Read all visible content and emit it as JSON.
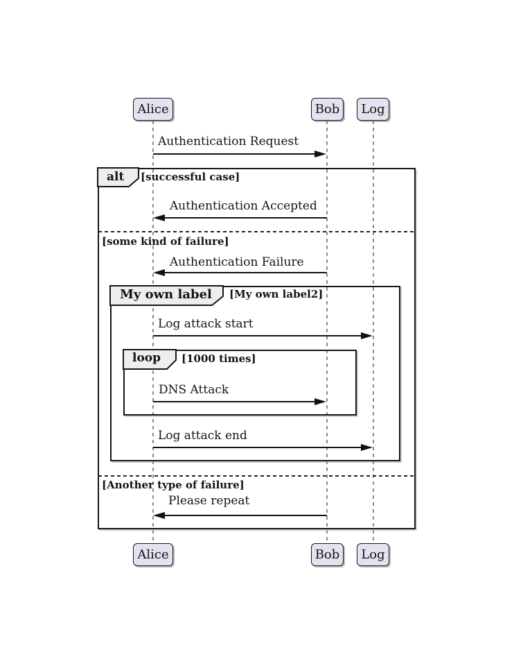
{
  "colors": {
    "background": "#FFFFFF",
    "participant_fill": "#E2E2F0",
    "participant_border": "#181818",
    "frame_border": "#151515",
    "frame_label_fill": "#EEEEEE",
    "lifeline_color": "#8A8A8A",
    "arrow_color": "#121212",
    "text_color": "#131313"
  },
  "participants": [
    {
      "name": "Alice"
    },
    {
      "name": "Bob"
    },
    {
      "name": "Log"
    }
  ],
  "messages": [
    {
      "label": "Authentication Request",
      "from": "Alice",
      "to": "Bob",
      "direction": "right"
    },
    {
      "label": "Authentication Accepted",
      "from": "Bob",
      "to": "Alice",
      "direction": "left"
    },
    {
      "label": "Authentication Failure",
      "from": "Bob",
      "to": "Alice",
      "direction": "left"
    },
    {
      "label": "Log attack start",
      "from": "Alice",
      "to": "Log",
      "direction": "right"
    },
    {
      "label": "DNS Attack",
      "from": "Alice",
      "to": "Bob",
      "direction": "right"
    },
    {
      "label": "Log attack end",
      "from": "Alice",
      "to": "Log",
      "direction": "right"
    },
    {
      "label": "Please repeat",
      "from": "Bob",
      "to": "Alice",
      "direction": "left"
    }
  ],
  "frames": {
    "alt": {
      "keyword": "alt",
      "condition": "[successful case]"
    },
    "group": {
      "keyword": "My own label",
      "condition": "[My own label2]"
    },
    "loop": {
      "keyword": "loop",
      "condition": "[1000 times]"
    }
  },
  "dividers": [
    {
      "label": "[some kind of failure]"
    },
    {
      "label": "[Another type of failure]"
    }
  ]
}
